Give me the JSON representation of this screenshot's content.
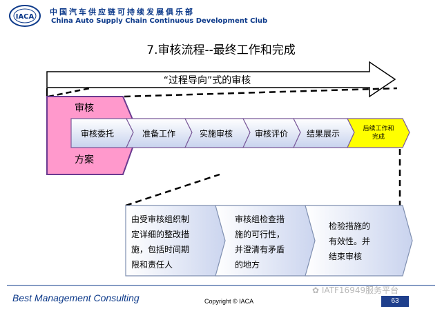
{
  "header": {
    "logo_text": "IACA",
    "title_cn": "中国汽车供应链可持续发展俱乐部",
    "title_en": "China Auto Supply Chain Continuous Development Club"
  },
  "slide": {
    "title": "7.审核流程--最终工作和完成",
    "banner": "“过程导向”式的审核",
    "pink_top": "审核",
    "pink_bottom": "方案",
    "steps": [
      "审核委托",
      "准备工作",
      "实施审核",
      "审核评价",
      "结果展示"
    ],
    "final_step_lines": [
      "后续工作和",
      "完成"
    ],
    "detail_boxes": [
      {
        "lines": [
          "由受审核组织制",
          "定详细的整改措",
          "施，包括时间期",
          "限和责任人"
        ]
      },
      {
        "lines": [
          "审核组检查措",
          "施的可行性，",
          "并澄清有矛盾",
          "的地方"
        ]
      },
      {
        "lines": [
          "检验措施的",
          "有效性。并",
          "结束审核"
        ]
      }
    ]
  },
  "footer": {
    "left": "Best Management Consulting",
    "copyright": "Copyright © IACA",
    "watermark": "IATF16949服务平台",
    "page": "63"
  },
  "colors": {
    "brand_blue": "#0d3a8a",
    "chevron_fill": "#c7d1ec",
    "pink": "#ff99cc",
    "purple": "#6a3a90",
    "yellow": "#ffff00",
    "box_fill": "#e2e8f5"
  }
}
